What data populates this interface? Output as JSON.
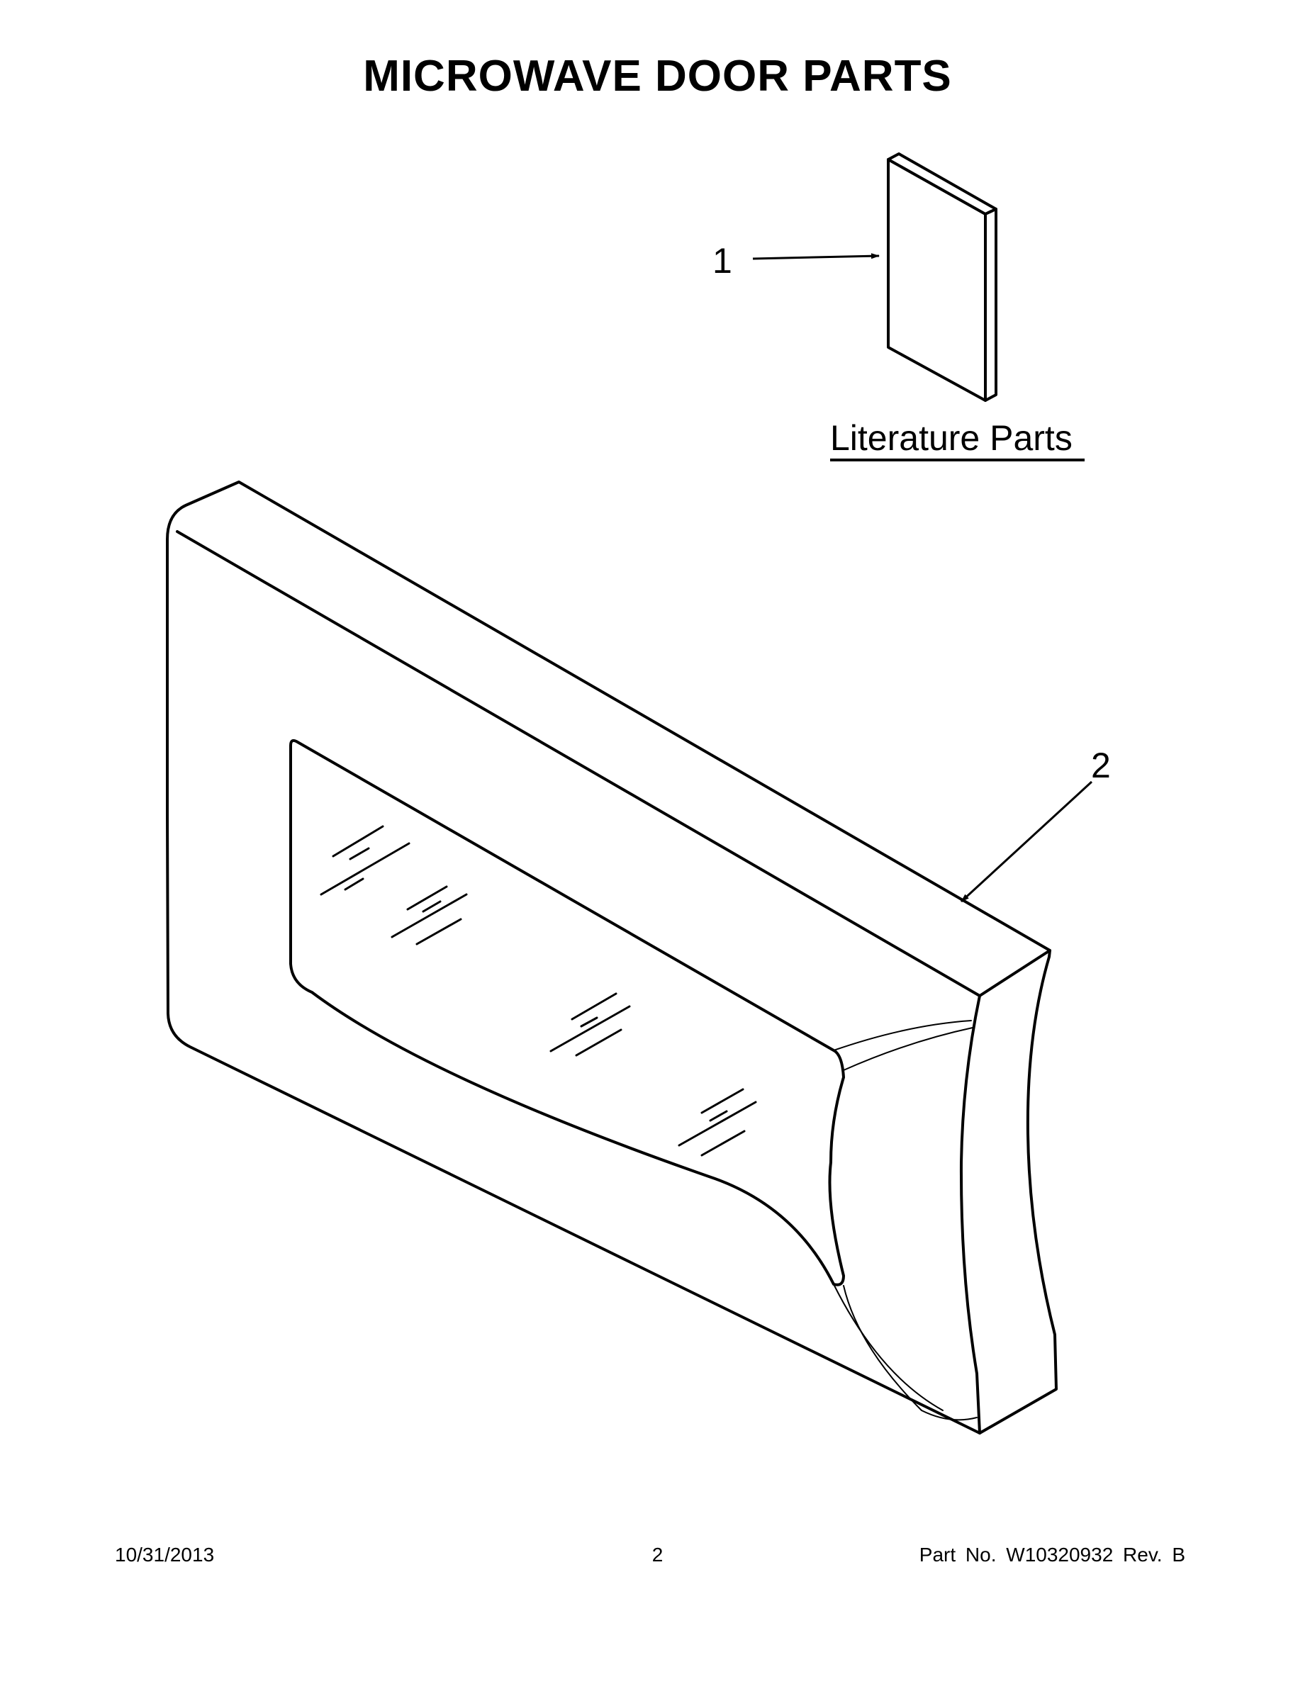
{
  "title": "MICROWAVE DOOR PARTS",
  "callouts": {
    "item1": "1",
    "item2": "2"
  },
  "literature_label": "Literature Parts",
  "footer": {
    "date": "10/31/2013",
    "page": "2",
    "part_info": "Part No.  W10320932  Rev.  B"
  }
}
